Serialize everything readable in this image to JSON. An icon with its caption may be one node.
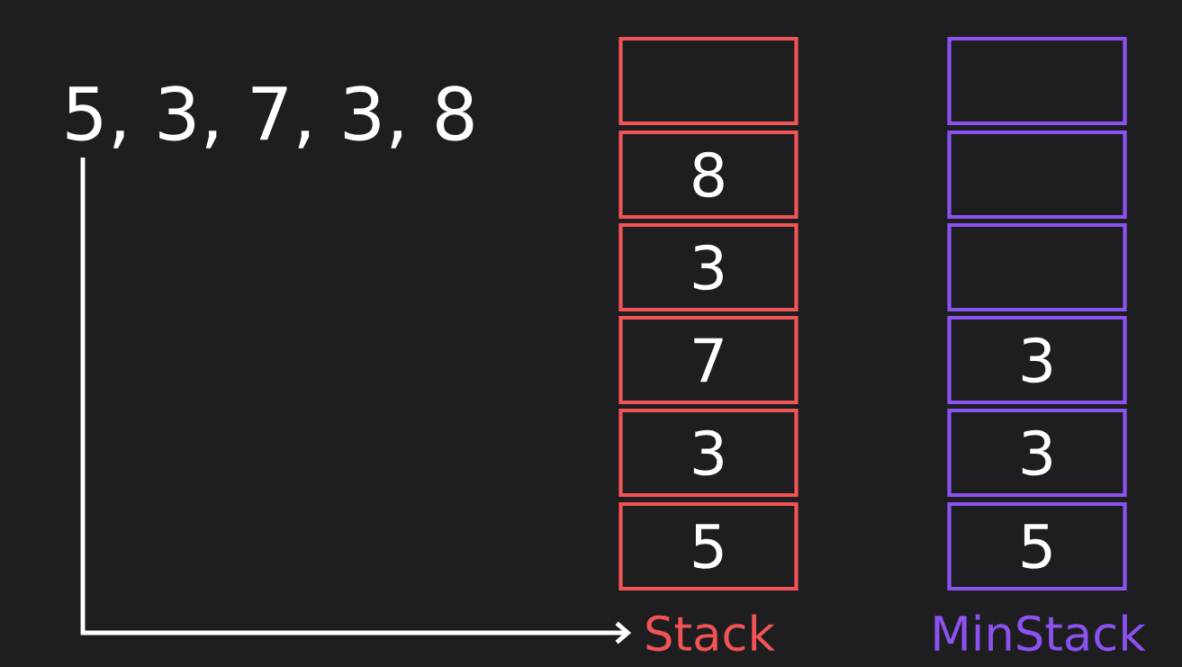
{
  "diagram": {
    "nodes": [
      {
        "text": [
          "5, 3, 7, 3, 8"
        ]
      },
      {
        "text": [
          "Stack"
        ]
      },
      {
        "text": [],
        "shape": "box"
      },
      {
        "text": [
          "8"
        ]
      },
      {
        "text": [
          "3"
        ]
      },
      {
        "text": [
          "7"
        ]
      },
      {
        "text": [
          "3"
        ]
      },
      {
        "text": [
          "5"
        ]
      },
      {
        "text": [],
        "shape": "box"
      },
      {
        "text": [],
        "shape": "box"
      },
      {
        "text": [],
        "shape": "box"
      },
      {
        "text": [
          "3"
        ]
      },
      {
        "text": [
          "3"
        ]
      },
      {
        "text": [
          "5"
        ]
      }
    ],
    "edges": [
      {
        "from": 0,
        "to": 1,
        "arrow": "to"
      }
    ],
    "labels": [
      "MinStack"
    ]
  }
}
